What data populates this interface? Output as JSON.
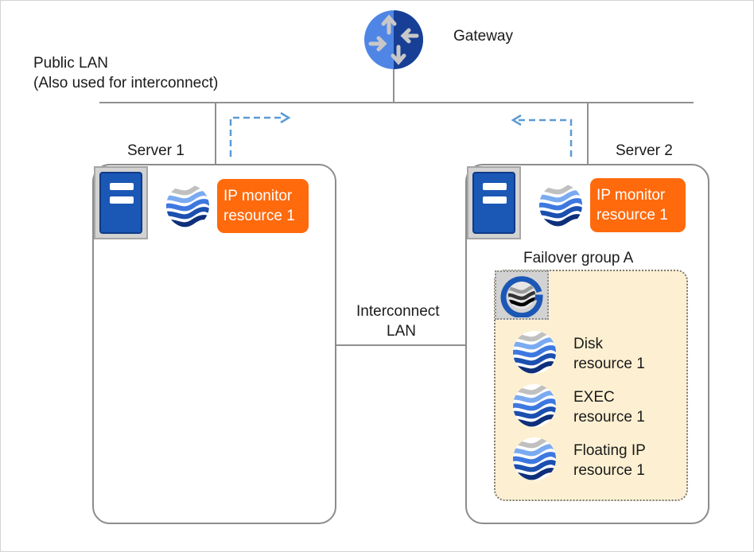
{
  "labels": {
    "gateway": "Gateway",
    "public_lan_line1": "Public LAN",
    "public_lan_line2": "(Also used for interconnect)",
    "server1": "Server 1",
    "server2": "Server 2",
    "interconnect_line1": "Interconnect",
    "interconnect_line2": "LAN",
    "failover_group": "Failover group A"
  },
  "server1": {
    "monitor": {
      "line1": "IP monitor",
      "line2": "resource 1"
    }
  },
  "server2": {
    "monitor": {
      "line1": "IP monitor",
      "line2": "resource 1"
    },
    "resources": [
      {
        "line1": "Disk",
        "line2": "resource 1"
      },
      {
        "line1": "EXEC",
        "line2": "resource 1"
      },
      {
        "line1": "Floating IP",
        "line2": "resource 1"
      }
    ]
  },
  "colors": {
    "monitor_box": "#ff6a0d",
    "group_fill": "#fdf0d2",
    "server_icon": "#1b57b5",
    "gateway": "#3f73d8",
    "arrow": "#5b9bd5"
  },
  "icons": {
    "gateway": "router-icon",
    "server": "server-icon",
    "resource": "wave-resource-icon",
    "group": "group-icon"
  }
}
